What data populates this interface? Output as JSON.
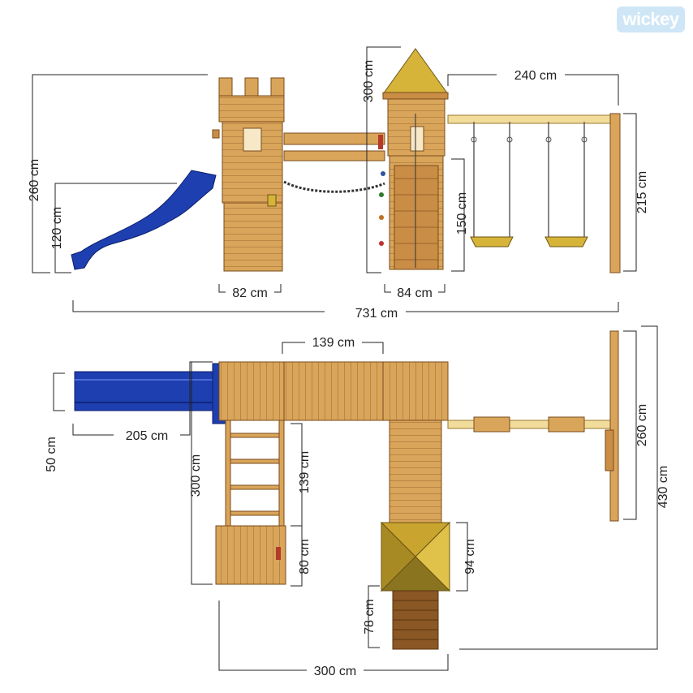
{
  "brand": {
    "logo_text": "wickey"
  },
  "side_view": {
    "dimensions": {
      "total_height": "260 cm",
      "slide_height": "120 cm",
      "roof_height": "300 cm",
      "swing_length": "240 cm",
      "swing_height": "215 cm",
      "ladder_height": "150 cm",
      "tower1_width": "82 cm",
      "tower2_width": "84 cm",
      "total_length": "731 cm"
    }
  },
  "top_view": {
    "dimensions": {
      "bridge_length": "139 cm",
      "slide_length": "205 cm",
      "slide_width": "50 cm",
      "left_depth": "300 cm",
      "ladder_length": "139 cm",
      "lower_platform": "80 cm",
      "roof_size": "94 cm",
      "ramp_length": "78 cm",
      "swing_depth": "260 cm",
      "total_depth": "430 cm",
      "bottom_width": "300 cm"
    }
  },
  "colors": {
    "wood": "#d9a55a",
    "slide": "#1e3fb0",
    "roof": "#d6b43a",
    "swing_beam": "#f2dc9c"
  }
}
